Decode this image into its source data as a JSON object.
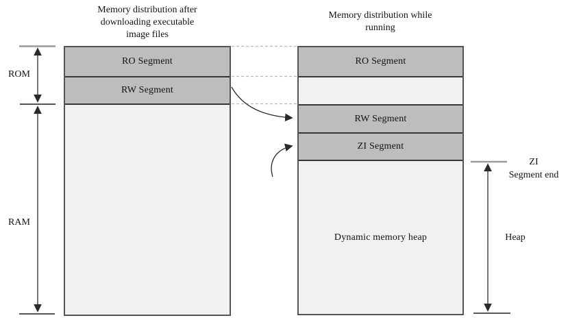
{
  "diagram": {
    "left": {
      "title_lines": [
        "Memory distribution after",
        "downloading executable",
        "image files"
      ],
      "segments": [
        {
          "name": "ro",
          "label": "RO Segment"
        },
        {
          "name": "rw",
          "label": "RW Segment"
        },
        {
          "name": "blank",
          "label": ""
        }
      ],
      "side_labels": {
        "rom": "ROM",
        "ram": "RAM"
      }
    },
    "right": {
      "title_lines": [
        "Memory distribution while",
        "running"
      ],
      "segments": [
        {
          "name": "ro",
          "label": "RO Segment"
        },
        {
          "name": "gap",
          "label": ""
        },
        {
          "name": "rw",
          "label": "RW Segment"
        },
        {
          "name": "zi",
          "label": "ZI Segment"
        },
        {
          "name": "heap",
          "label": "Dynamic memory heap"
        }
      ],
      "side_labels": {
        "zi_end_lines": [
          "ZI",
          "Segment end"
        ],
        "heap": "Heap"
      }
    },
    "colors": {
      "segment_fill_gray": "#bdbdbd",
      "segment_fill_light": "#f1f1f1",
      "column_border": "#545454",
      "segment_divider": "#373737",
      "dashed_connector": "#b8b8b8",
      "arrow": "#2a2a2a",
      "tick_gray": "#9a9a9a",
      "background": "#ffffff"
    }
  }
}
